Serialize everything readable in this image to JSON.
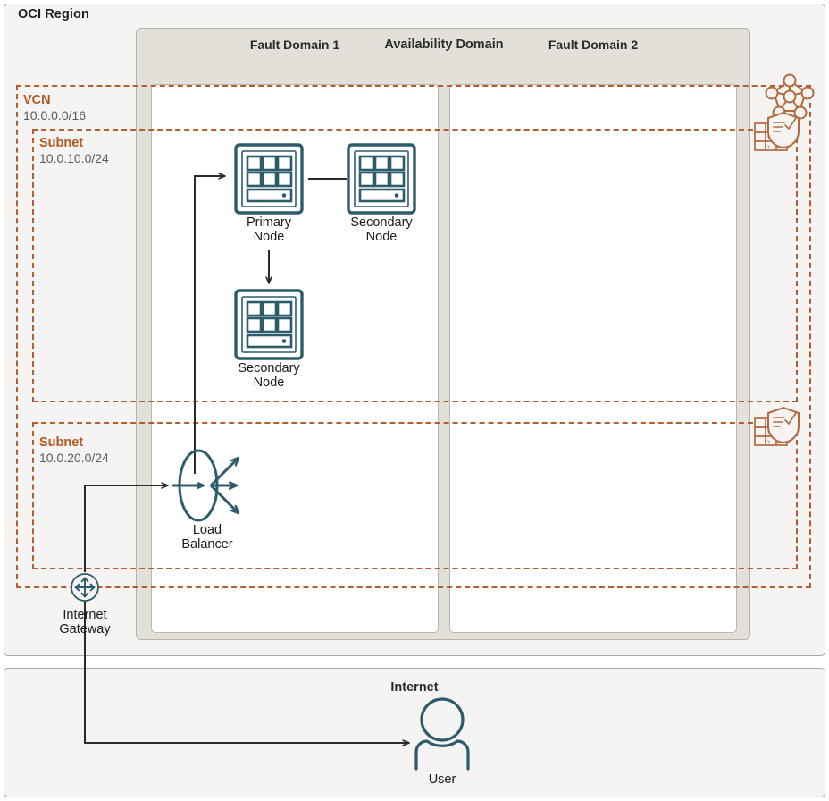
{
  "diagram": {
    "title": "OCI Region",
    "colors": {
      "teal": "#2c5c6b",
      "rust": "#b3561f",
      "dashed_border": "#b35e2e",
      "region_bg": "#f5f4f2",
      "ad_bg": "#e3e0da",
      "fd_bg": "#ffffff",
      "connector": "#2b2b2b"
    }
  },
  "region": {
    "label": "OCI Region"
  },
  "availability_domain": {
    "label": "Availability Domain",
    "fault_domains": [
      {
        "label": "Fault Domain 1"
      },
      {
        "label": "Fault Domain 2"
      }
    ]
  },
  "networks": [
    {
      "name": "VCN",
      "cidr": "10.0.0.0/16"
    },
    {
      "name": "Subnet",
      "cidr": "10.0.10.0/24"
    },
    {
      "name": "Subnet",
      "cidr": "10.0.20.0/24"
    }
  ],
  "nodes": [
    {
      "id": "primary",
      "label": "Primary\nNode",
      "icon": "compute-node-icon"
    },
    {
      "id": "secondary-1",
      "label": "Secondary\nNode",
      "icon": "compute-node-icon"
    },
    {
      "id": "secondary-2",
      "label": "Secondary\nNode",
      "icon": "compute-node-icon"
    }
  ],
  "components": {
    "load_balancer": {
      "label": "Load\nBalancer",
      "icon": "load-balancer-icon"
    },
    "internet_gateway": {
      "label": "Internet\nGateway",
      "icon": "internet-gateway-icon"
    },
    "user": {
      "label": "User",
      "icon": "user-icon"
    }
  },
  "internet": {
    "label": "Internet"
  },
  "side_icons": [
    {
      "id": "vcn-icon",
      "name": "vcn-mesh-icon"
    },
    {
      "id": "security-list-top",
      "name": "security-list-icon"
    },
    {
      "id": "security-list-bottom",
      "name": "security-list-icon"
    }
  ]
}
